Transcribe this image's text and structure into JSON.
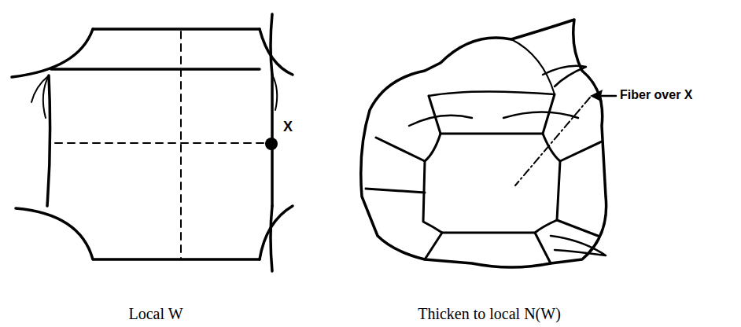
{
  "diagram": {
    "labels": [
      "X",
      "Fiber over X",
      "Local W",
      "Thicken to local N(W)"
    ]
  }
}
